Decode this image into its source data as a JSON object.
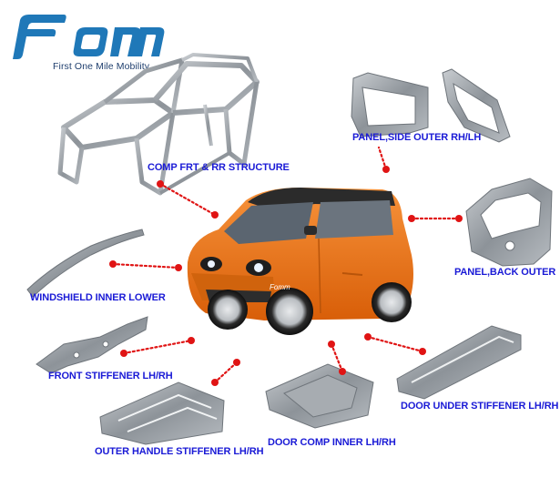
{
  "brand": {
    "logo_text": "FOMM",
    "tagline": "First One Mile Mobility",
    "logo_color": "#1f78b8"
  },
  "car": {
    "badge_text": "Fomm",
    "body_color": "#f07a1a"
  },
  "parts": [
    {
      "id": "frame",
      "label": "COMP FRT & RR STRUCTURE"
    },
    {
      "id": "side",
      "label": "PANEL,SIDE OUTER RH/LH"
    },
    {
      "id": "back",
      "label": "PANEL,BACK OUTER"
    },
    {
      "id": "windshield",
      "label": "WINDSHIELD INNER LOWER"
    },
    {
      "id": "front-stiffener",
      "label": "FRONT STIFFENER LH/RH"
    },
    {
      "id": "door-under",
      "label": "DOOR UNDER STIFFENER LH/RH"
    },
    {
      "id": "door-inner",
      "label": "DOOR COMP INNER LH/RH"
    },
    {
      "id": "outer-handle",
      "label": "OUTER HANDLE STIFFENER LH/RH"
    }
  ],
  "colors": {
    "label": "#1a1ad6",
    "leader": "#e01414",
    "part_metal": "#9aa0a6"
  }
}
